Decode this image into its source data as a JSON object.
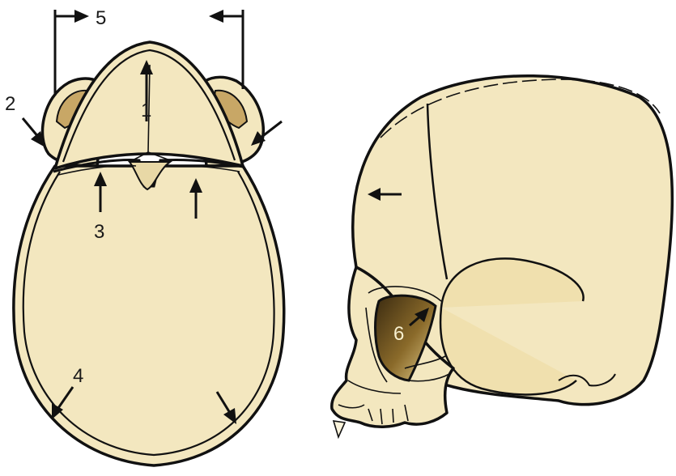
{
  "figure": {
    "labels": {
      "frontal_suture": "1",
      "lateral_wall": "2",
      "coronal_suture": "3",
      "posterior_wall": "4",
      "biparietal_width": "5",
      "orbit": "6"
    }
  },
  "colors": {
    "bone": "#f3e7bf",
    "bone_shadow": "#e4d29a",
    "orbit_dark": "#8a6a2a",
    "outline": "#111111"
  }
}
